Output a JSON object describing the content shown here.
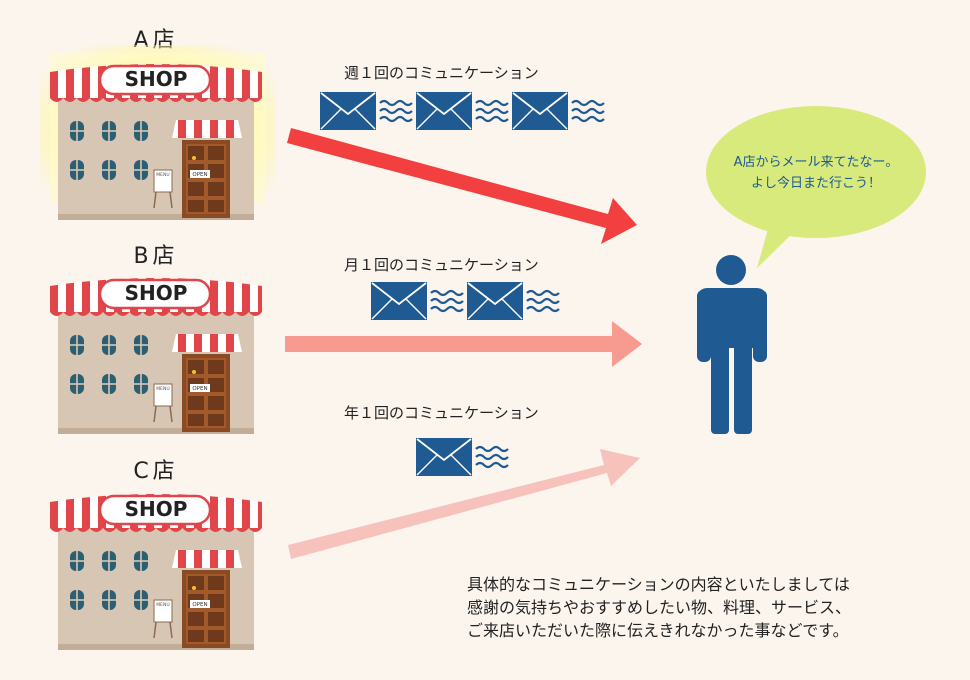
{
  "stores": [
    {
      "label": "A店",
      "sign": "SHOP",
      "menu": "MENU",
      "door": "OPEN",
      "frequency": "週１回のコミュニケーション",
      "emails": 3,
      "highlighted": true,
      "arrow_color": "#f24040"
    },
    {
      "label": "B店",
      "sign": "SHOP",
      "menu": "MENU",
      "door": "OPEN",
      "frequency": "月１回のコミュニケーション",
      "emails": 2,
      "highlighted": false,
      "arrow_color": "#f79a90"
    },
    {
      "label": "C店",
      "sign": "SHOP",
      "menu": "MENU",
      "door": "OPEN",
      "frequency": "年１回のコミュニケーション",
      "emails": 1,
      "highlighted": false,
      "arrow_color": "#f7c2bc"
    }
  ],
  "speech_bubble": {
    "line1": "A店からメール来てたなー。",
    "line2": "よし今日また行こう！"
  },
  "description": {
    "line1": "具体的なコミュニケーションの内容といたしましては",
    "line2": "感謝の気持ちやおすすめしたい物、料理、サービス、",
    "line3": "ご来店いただいた際に伝えきれなかった事などです。"
  },
  "colors": {
    "background": "#fbf5ee",
    "email": "#1f5a92",
    "person": "#1f5a92",
    "bubble": "#d7ea7b",
    "awning_red": "#e0454a",
    "building": "#d8c6b5"
  }
}
